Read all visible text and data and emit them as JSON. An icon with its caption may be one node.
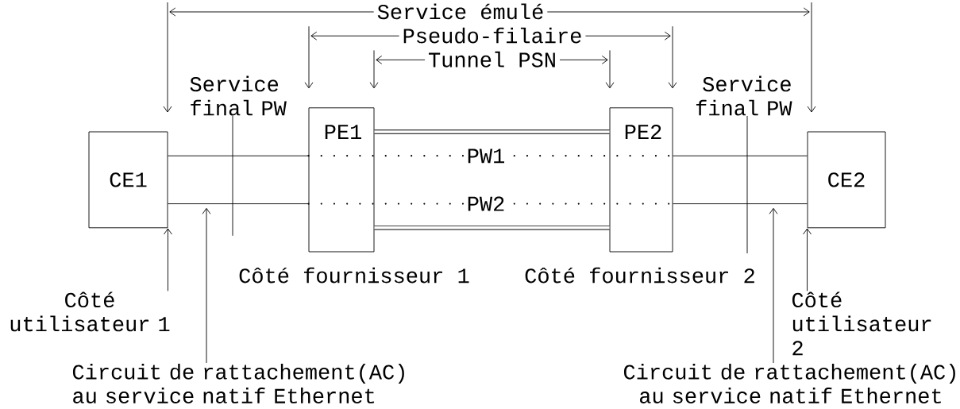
{
  "diagram": {
    "nodes": [
      {
        "text": [
          "CE1"
        ]
      },
      {
        "text": [
          "PE1"
        ],
        "beside": [
          "Côté fournisseur 1"
        ]
      },
      {
        "text": [
          "PE2"
        ],
        "beside": [
          "Côté fournisseur 2"
        ]
      },
      {
        "text": [
          "CE2"
        ]
      },
      {
        "text": [
          "Service final PW"
        ]
      },
      {
        "text": [
          "Service final PW"
        ]
      },
      {
        "text": [
          "Côté utilisateur 1"
        ]
      },
      {
        "text": [
          "Côté utilisateur 2"
        ]
      },
      {
        "text": [
          "Circuit de rattachement(AC) au service natif Ethernet"
        ]
      },
      {
        "text": [
          "Circuit de rattachement(AC) au service natif Ethernet"
        ]
      }
    ],
    "edges": [
      {
        "from": 0,
        "to": 1,
        "arrow": "none"
      },
      {
        "from": 0,
        "to": 1,
        "arrow": "none"
      },
      {
        "from": 1,
        "to": 2,
        "arrow": "none",
        "label": "PW1",
        "style": "dashed"
      },
      {
        "from": 1,
        "to": 2,
        "arrow": "none",
        "label": "PW2",
        "style": "dashed"
      },
      {
        "from": 1,
        "to": 2,
        "arrow": "none",
        "style": "thick"
      },
      {
        "from": 1,
        "to": 2,
        "arrow": "none",
        "style": "thick"
      },
      {
        "from": 2,
        "to": 3,
        "arrow": "none"
      },
      {
        "from": 2,
        "to": 3,
        "arrow": "none"
      },
      {
        "from": 4,
        "to": null,
        "arrow": "none"
      },
      {
        "from": 5,
        "to": null,
        "arrow": "none"
      },
      {
        "from": 6,
        "to": 0,
        "arrow": "to"
      },
      {
        "from": 7,
        "to": 3,
        "arrow": "to"
      },
      {
        "from": 8,
        "to": null,
        "arrow": "to"
      },
      {
        "from": 9,
        "to": null,
        "arrow": "to"
      }
    ],
    "labels": [
      "Service émulé",
      "Pseudo-filaire",
      "Tunnel PSN"
    ]
  }
}
